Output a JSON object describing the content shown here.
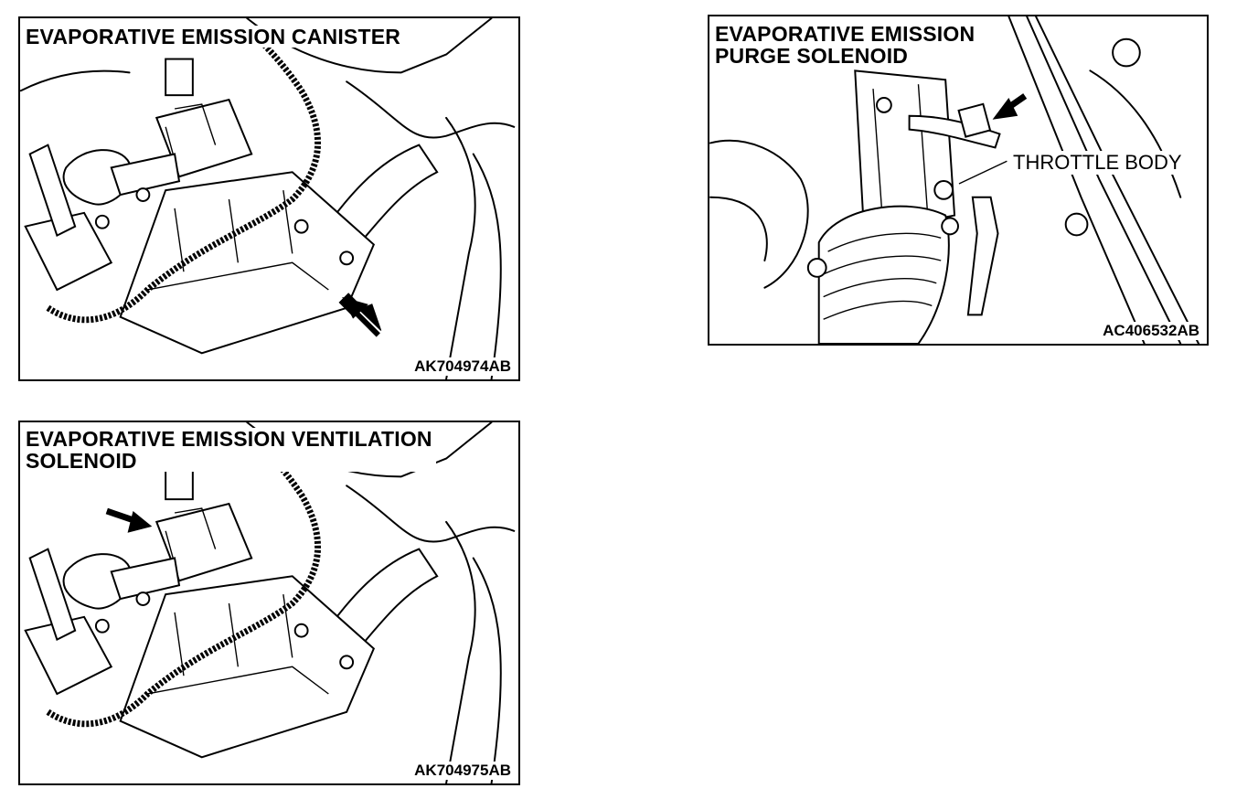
{
  "figures": [
    {
      "id": "canister",
      "title": "EVAPORATIVE EMISSION CANISTER",
      "code": "AK704974AB",
      "icon": "arrow-icon"
    },
    {
      "id": "purge",
      "title": "EVAPORATIVE EMISSION\nPURGE SOLENOID",
      "code": "AC406532AB",
      "callout": "THROTTLE BODY",
      "icon": "arrow-icon"
    },
    {
      "id": "ventilation",
      "title": "EVAPORATIVE EMISSION VENTILATION\nSOLENOID",
      "code": "AK704975AB",
      "icon": "arrow-icon"
    }
  ],
  "colors": {
    "line": "#000000",
    "background": "#ffffff"
  }
}
